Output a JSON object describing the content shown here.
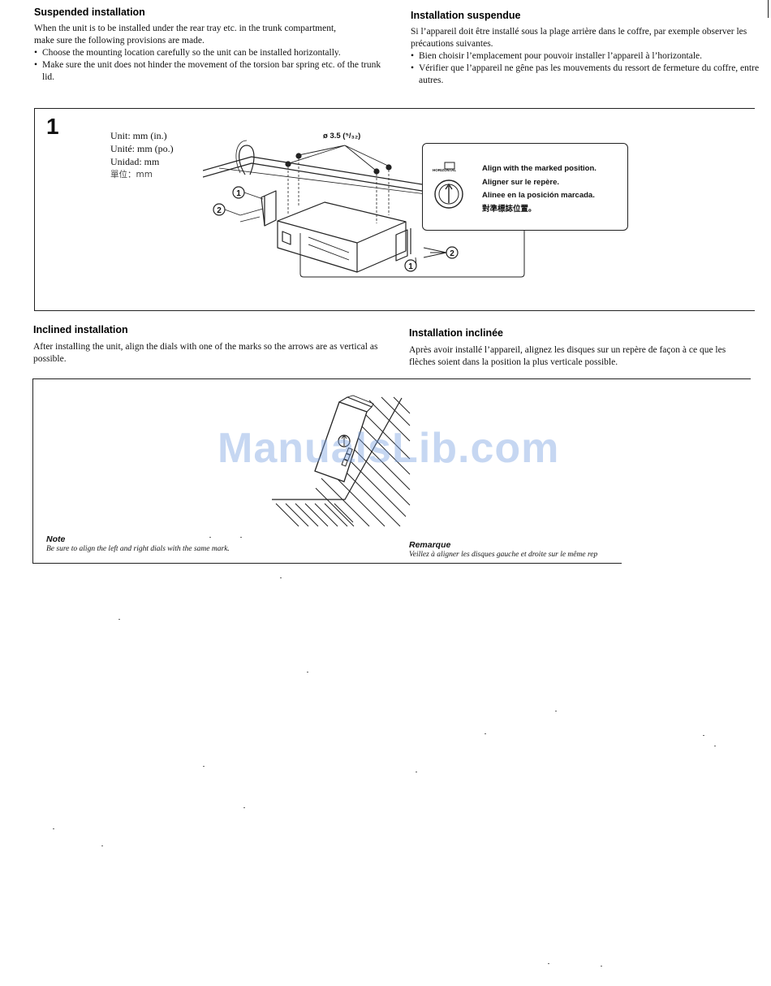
{
  "suspended": {
    "en_heading": "Suspended installation",
    "en_intro": "When the unit is to be installed under the rear tray etc. in the trunk compartment, make sure the following provisions are made.",
    "en_bullets": [
      "Choose the mounting location carefully so the unit can be installed horizontally.",
      "Make sure the unit does not hinder the movement of the torsion bar spring etc. of the trunk lid."
    ],
    "fr_heading": "Installation suspendue",
    "fr_intro": "Si l’appareil doit être installé sous la plage arrière dans le coffre, par exemple observer les précautions suivantes.",
    "fr_bullets": [
      "Bien choisir l’emplacement pour pouvoir installer l’appareil à l’horizontale.",
      "Vérifier que l’appareil ne gêne pas les mouvements du ressort de fermeture du coffre, entre autres."
    ]
  },
  "figure1": {
    "step": "1",
    "units": [
      "Unit: mm (in.)",
      "Unité: mm (po.)",
      "Unidad: mm",
      "單位：mm"
    ],
    "dimension": "ø 3.5 (⁵/₃₂)",
    "callout_label": "HORIZONTAL",
    "callout_lines": [
      "Align with the marked position.",
      "Aligner sur le repère.",
      "Alinee en la posición marcada.",
      "對準標誌位置。"
    ],
    "marker1": "1",
    "marker2": "2"
  },
  "inclined": {
    "en_heading": "Inclined installation",
    "en_text": "After installing the unit, align the dials with one of the marks so the arrows are as vertical as possible.",
    "fr_heading": "Installation inclinée",
    "fr_text": "Après avoir installé l’appareil, alignez les disques sur un repère de façon à ce que les flèches soient dans la position la plus verticale possible."
  },
  "figure2": {
    "watermark": "ManualsLib.com",
    "note_title": "Note",
    "note_text": "Be sure to align the left and right dials with the same mark.",
    "remarque_title": "Remarque",
    "remarque_text": "Veillez à aligner les disques gauche et droite sur le même rep"
  }
}
